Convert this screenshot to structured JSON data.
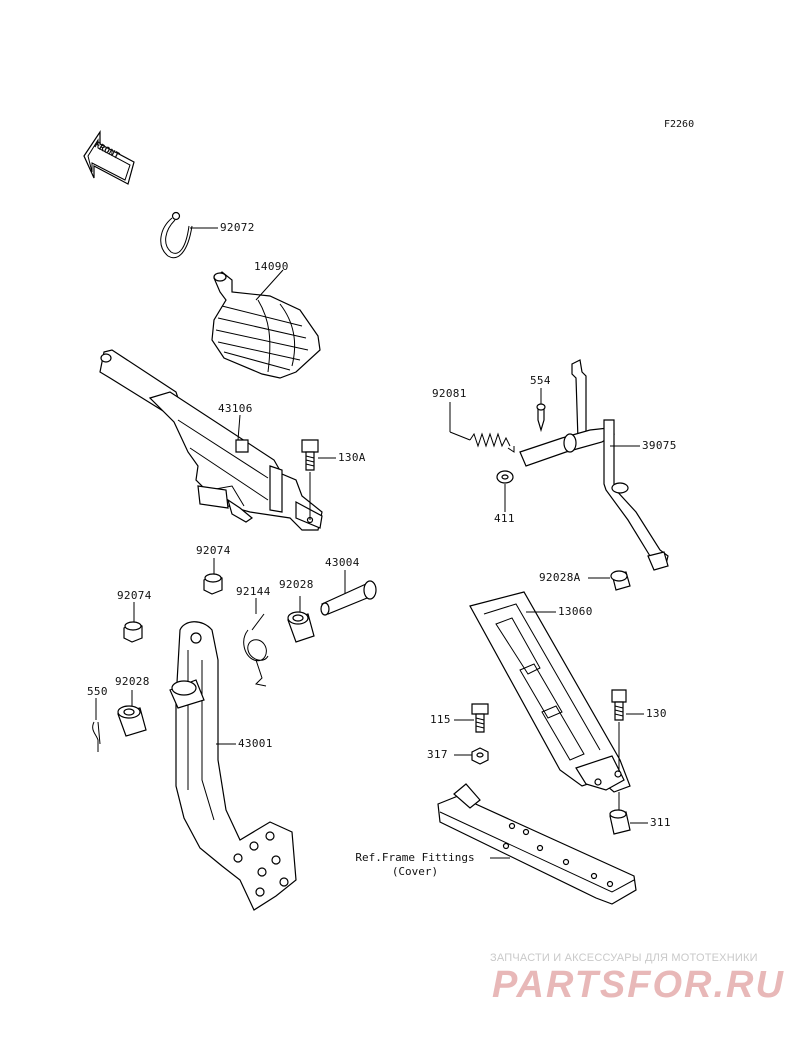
{
  "diagram": {
    "code": "F2260",
    "front_badge": "FRONT",
    "ref_note": {
      "line1": "Ref.Frame Fittings",
      "line2": "(Cover)"
    },
    "labels": {
      "p92072": "92072",
      "p14090": "14090",
      "p43106": "43106",
      "p130A": "130A",
      "p92081": "92081",
      "p554": "554",
      "p39075": "39075",
      "p411": "411",
      "p92074a": "92074",
      "p92074b": "92074",
      "p92144": "92144",
      "p92028a": "92028",
      "p43004": "43004",
      "p92028b": "92028",
      "p550": "550",
      "p43001": "43001",
      "p92028A": "92028A",
      "p13060": "13060",
      "p115": "115",
      "p130": "130",
      "p317": "317",
      "p311": "311"
    }
  },
  "watermark": {
    "tagline": "ЗАПЧАСТИ И АКСЕССУАРЫ ДЛЯ МОТОТЕХНИКИ",
    "logo": "PARTSFOR.RU"
  }
}
